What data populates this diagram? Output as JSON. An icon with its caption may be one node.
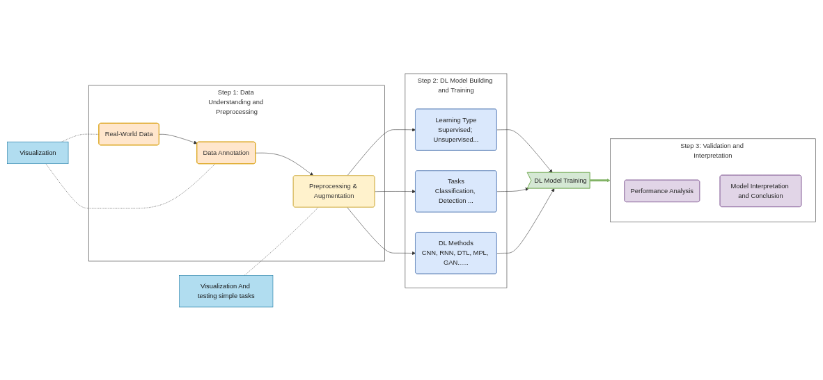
{
  "diagram": {
    "nodes": [
      {
        "text": [
          "Step 1: Data Understanding and Preprocessing"
        ]
      },
      {
        "text": [
          "Real-World Data"
        ],
        "in": 0
      },
      {
        "text": [
          "Data Annotation"
        ],
        "in": 0
      },
      {
        "text": [
          "Preprocessing & Augmentation"
        ],
        "in": 0
      },
      {
        "text": [
          "Visualization"
        ]
      },
      {
        "text": [
          "Visualization And testing simple tasks"
        ]
      },
      {
        "text": [
          "Step 2: DL Model Building and Training"
        ]
      },
      {
        "text": [
          "Learning Type",
          "Supervised; Unsupervised..."
        ],
        "in": 6
      },
      {
        "text": [
          "Tasks",
          "Classification, Detection ..."
        ],
        "in": 6
      },
      {
        "text": [
          "DL Methods",
          "CNN, RNN, DTL, MPL, GAN......"
        ],
        "in": 6
      },
      {
        "text": [
          "DL Model Training"
        ]
      },
      {
        "text": [
          "Step 3: Validation and Interpretation"
        ]
      },
      {
        "text": [
          "Performance Analysis"
        ],
        "in": 11
      },
      {
        "text": [
          "Model Interpretation and Conclusion"
        ],
        "in": 11
      }
    ],
    "edges": [
      {
        "from": 1,
        "to": 2,
        "arrow": "to"
      },
      {
        "from": 2,
        "to": 3,
        "arrow": "to"
      },
      {
        "from": 4,
        "to": 1,
        "arrow": "none",
        "style": "dashed"
      },
      {
        "from": 4,
        "to": 2,
        "arrow": "none",
        "style": "dashed"
      },
      {
        "from": 5,
        "to": 3,
        "arrow": "none",
        "style": "dashed"
      },
      {
        "from": 3,
        "to": 7,
        "arrow": "to"
      },
      {
        "from": 3,
        "to": 8,
        "arrow": "to"
      },
      {
        "from": 3,
        "to": 9,
        "arrow": "to"
      },
      {
        "from": 7,
        "to": 10,
        "arrow": "to"
      },
      {
        "from": 8,
        "to": 10,
        "arrow": "to"
      },
      {
        "from": 9,
        "to": 10,
        "arrow": "to"
      },
      {
        "from": 10,
        "to": 11,
        "arrow": "to",
        "style": "thick",
        "color": "#82b366"
      }
    ]
  }
}
